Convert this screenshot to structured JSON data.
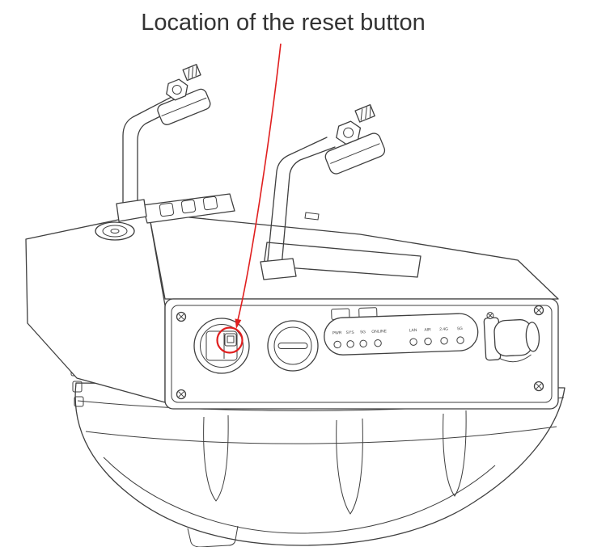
{
  "caption": {
    "text": "Location of the reset button"
  },
  "leds": {
    "group1": [
      "PWR",
      "SYS",
      "5G",
      "ONLINE"
    ],
    "group2": [
      "LAN",
      "AIR",
      "2.4G",
      "5G"
    ]
  },
  "colors": {
    "line": "#3f3f3f",
    "accent": "#e01f1f"
  }
}
